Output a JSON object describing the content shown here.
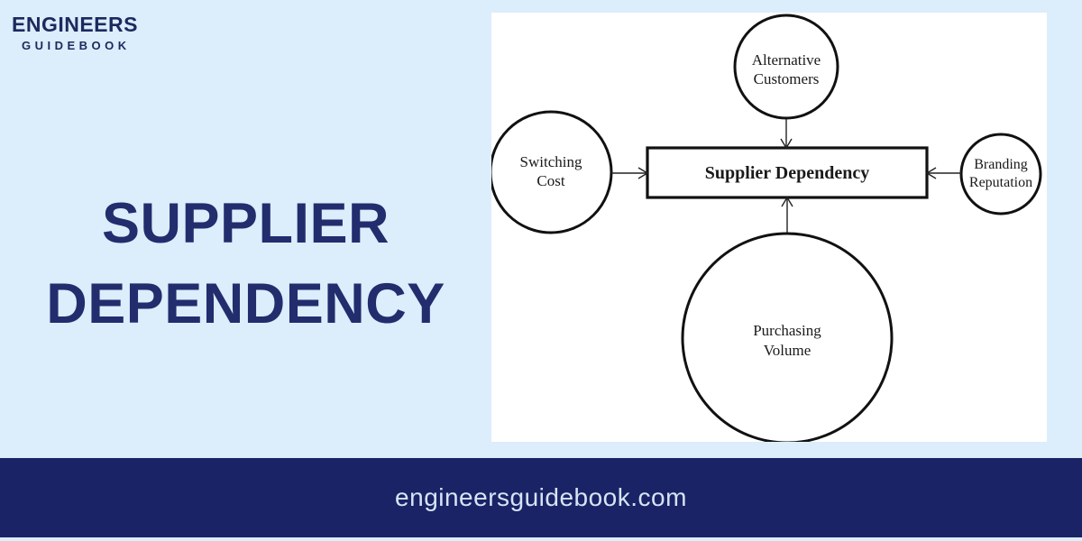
{
  "colors": {
    "background": "#dcedfb",
    "title_navy": "#212d6d",
    "footer_bg": "#1a2366",
    "footer_text": "#d6e4f4",
    "panel_bg": "#ffffff",
    "diagram_ink": "#1a1a1a"
  },
  "logo": {
    "line1": "ENGINEERS",
    "line2": "GUIDEBOOK"
  },
  "title": {
    "line1": "SUPPLIER",
    "line2": "DEPENDENCY"
  },
  "diagram": {
    "center_box": {
      "label": "Supplier Dependency"
    },
    "nodes": {
      "alternative_customers": {
        "line1": "Alternative",
        "line2": "Customers"
      },
      "switching_cost": {
        "line1": "Switching",
        "line2": "Cost"
      },
      "branding_reputation": {
        "line1": "Branding",
        "line2": "Reputation"
      },
      "purchasing_volume": {
        "line1": "Purchasing",
        "line2": "Volume"
      }
    }
  },
  "footer": {
    "site": "engineersguidebook.com"
  }
}
